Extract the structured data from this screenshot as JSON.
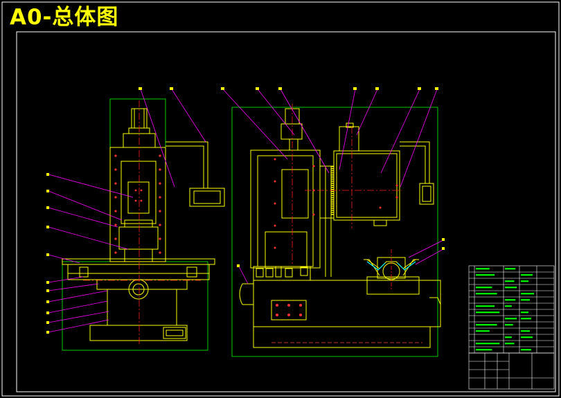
{
  "sheet": {
    "title": "A0-总体图",
    "colors": {
      "background": "#000000",
      "title": "#ffff00",
      "outline": "#ffff00",
      "frame": "#ffffff",
      "center_line": "#ff2020",
      "leader": "#ff00ff",
      "dimension": "#00ff00",
      "hidden": "#ff4040",
      "table_text": "#00ff00"
    }
  },
  "title_block": {
    "rows": 14,
    "columns": 5
  }
}
